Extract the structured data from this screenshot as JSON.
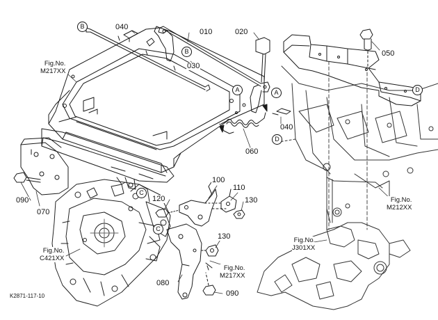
{
  "part_numbers": {
    "p010": "010",
    "p020": "020",
    "p030": "030",
    "p040a": "040",
    "p040b": "040",
    "p050": "050",
    "p060": "060",
    "p070": "070",
    "p080": "080",
    "p090a": "090",
    "p090b": "090",
    "p100": "100",
    "p110": "110",
    "p120": "120",
    "p130a": "130",
    "p130b": "130"
  },
  "reference_markers": {
    "a1": "A",
    "a2": "A",
    "b1": "B",
    "b2": "B",
    "c1": "C",
    "c2": "C",
    "d1": "D",
    "d2": "D"
  },
  "figure_refs": {
    "m217_top": {
      "line1": "Fig.No.",
      "line2": "M217XX"
    },
    "c421": {
      "line1": "Fig.No.",
      "line2": "C421XX"
    },
    "m217_bottom": {
      "line1": "Fig.No.",
      "line2": "M217XX"
    },
    "m212": {
      "line1": "Fig.No.",
      "line2": "M212XX"
    },
    "j301": {
      "line1": "Fig.No.",
      "line2": "J301XX"
    }
  },
  "drawing_code": "K2871-117-10",
  "line_color": "#1a1a1a"
}
